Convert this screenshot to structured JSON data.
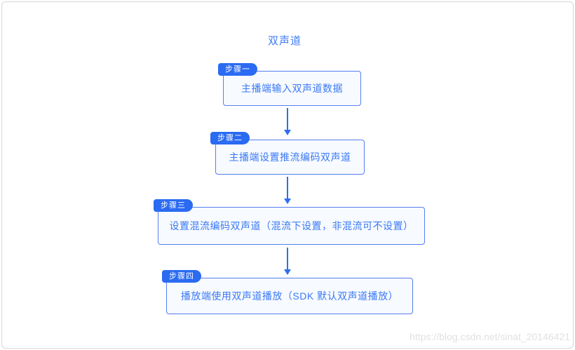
{
  "page": {
    "title": "双声道",
    "watermark": "https://blog.csdn.net/sinat_20146421"
  },
  "colors": {
    "accent_blue": "#2a6bf2",
    "box_border_blue": "#557ff2",
    "box_background": "#f7fafe",
    "box_text_blue": "#3a79f6",
    "frame_border_gray": "#d7d7d7",
    "watermark_gray": "#e1e1e1"
  },
  "flow": {
    "steps": [
      {
        "badge": "步骤一",
        "text": "主播端输入双声道数据"
      },
      {
        "badge": "步骤二",
        "text": "主播端设置推流编码双声道"
      },
      {
        "badge": "步骤三",
        "text": "设置混流编码双声道（混流下设置，非混流可不设置）"
      },
      {
        "badge": "步骤四",
        "text": "播放端使用双声道播放（SDK 默认双声道播放）"
      }
    ],
    "arrow_glyph": "down-arrow"
  }
}
